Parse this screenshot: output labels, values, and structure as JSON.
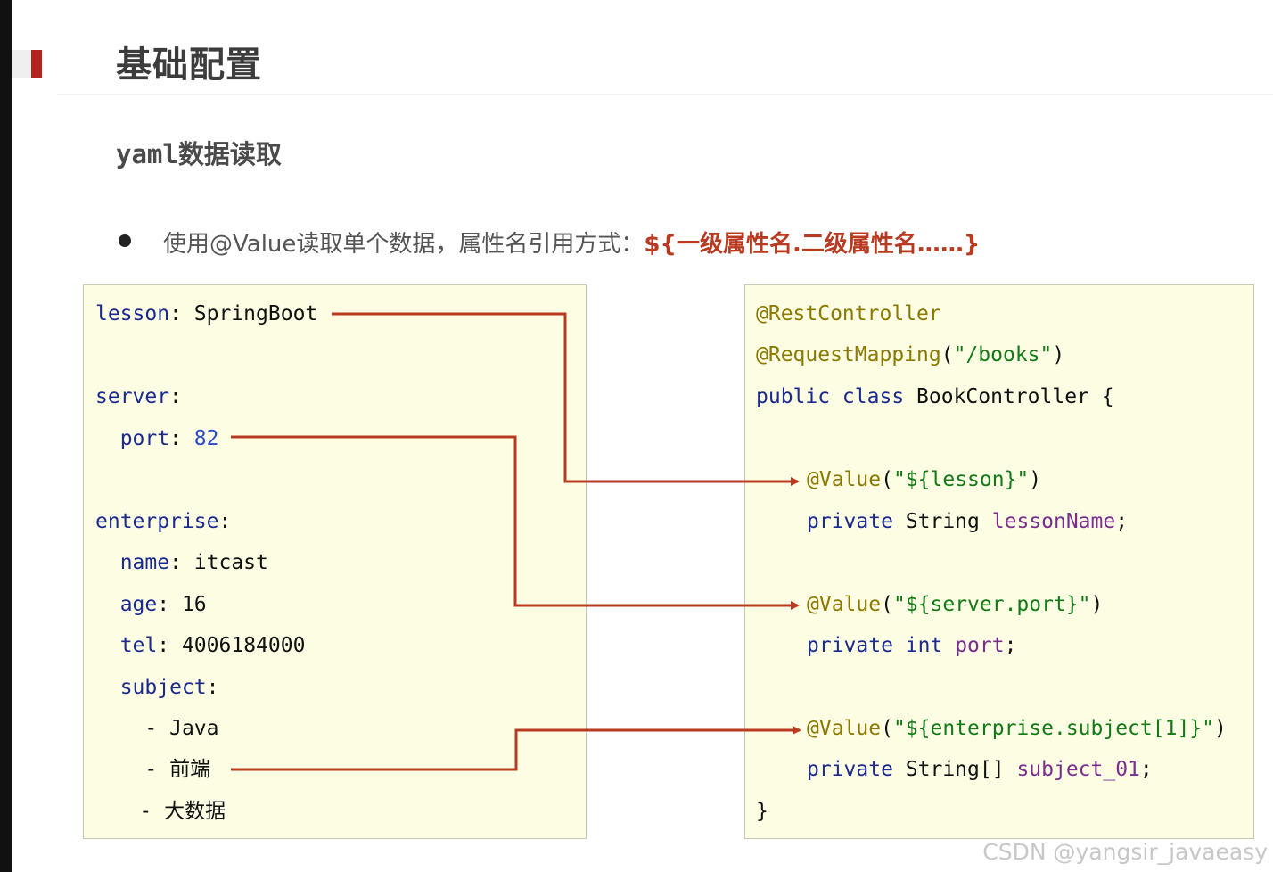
{
  "header": {
    "title": "基础配置",
    "subtitle": "yaml数据读取"
  },
  "bullet": {
    "text": "使用@Value读取单个数据，属性名引用方式：",
    "highlight": "${一级属性名.二级属性名……}"
  },
  "yaml": {
    "lesson_key": "lesson",
    "lesson_val": "SpringBoot",
    "server_key": "server",
    "port_key": "port",
    "port_val": "82",
    "enterprise_key": "enterprise",
    "name_key": "name",
    "name_val": "itcast",
    "age_key": "age",
    "age_val": "16",
    "tel_key": "tel",
    "tel_val": "4006184000",
    "subject_key": "subject",
    "subjects": [
      "Java",
      "前端",
      "大数据"
    ]
  },
  "java": {
    "ann_rest": "@RestController",
    "ann_req": "@RequestMapping",
    "req_path": "\"/books\"",
    "class_decl_kw": "public class",
    "class_name": "BookController {",
    "value_ann": "@Value",
    "value1": "\"${lesson}\"",
    "field1_mod": "private",
    "field1_type": "String",
    "field1_name": "lessonName",
    "value2": "\"${server.port}\"",
    "field2_mod": "private",
    "field2_type": "int",
    "field2_name": "port",
    "value3": "\"${enterprise.subject[1]}\"",
    "field3_mod": "private",
    "field3_type": "String[]",
    "field3_name": "subject_01",
    "close_brace": "}"
  },
  "watermark": "CSDN @yangsir_javaeasy",
  "colors": {
    "accent": "#b4231e",
    "arrow": "#b83a20",
    "panel": "#fdfde4"
  }
}
